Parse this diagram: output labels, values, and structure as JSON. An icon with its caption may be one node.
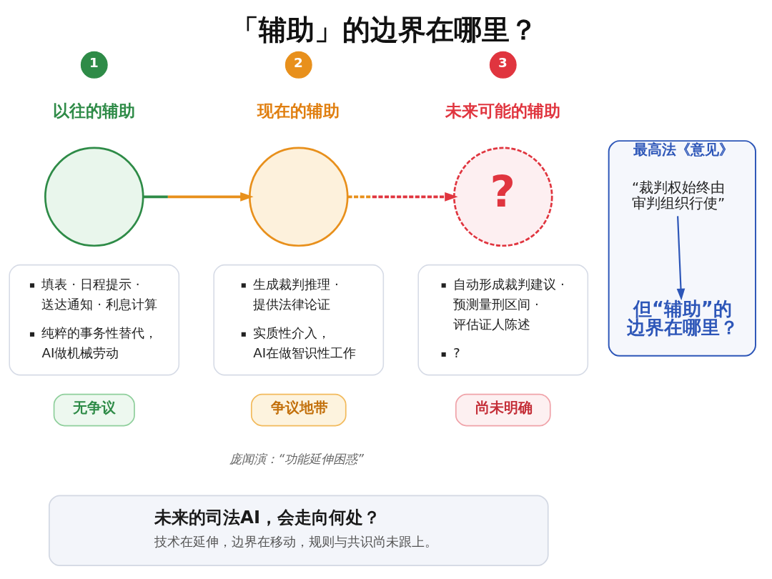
{
  "diagram": {
    "title": "「辅助」的边界在哪里？",
    "nodes": [
      {
        "text": [
          "1"
        ]
      },
      {
        "text": [],
        "shape": "circle",
        "beside": [
          "以往的辅助"
        ]
      },
      {
        "text": [
          "填表 · 日程提示 · 送达通知 · 利息计算",
          "纯粹的事务性替代，AI做机械劳动"
        ]
      },
      {
        "text": [
          "无争议"
        ]
      },
      {
        "text": [
          "2"
        ]
      },
      {
        "text": [],
        "shape": "circle",
        "beside": [
          "现在的辅助"
        ]
      },
      {
        "text": [
          "生成裁判推理 · 提供法律论证",
          "实质性介入，AI在做智识性工作"
        ]
      },
      {
        "text": [
          "争议地带"
        ],
        "beside": [
          "庞闻演：“功能延伸困惑”"
        ]
      },
      {
        "text": [
          "3"
        ]
      },
      {
        "text": [
          "?"
        ],
        "beside": [
          "未来可能的辅助"
        ]
      },
      {
        "text": [
          "自动形成裁判建议 · 预测量刑区间 · 评估证人陈述",
          "?"
        ]
      },
      {
        "text": [
          "尚未明确"
        ]
      },
      {
        "text": [
          "最高法《意见》"
        ]
      },
      {
        "text": [
          "“裁判权始终由审判组织行使”"
        ],
        "in": 12
      },
      {
        "text": [
          "但“辅助”的边界在哪里？"
        ],
        "in": 12
      },
      {
        "text": [
          "未来的司法AI，会走向何处？",
          "技术在延伸，边界在移动，规则与共识尚未跟上。"
        ]
      }
    ],
    "edges": [
      {
        "from": 1,
        "to": 5,
        "arrow": "to",
        "color": "#e8901c"
      },
      {
        "from": 5,
        "to": 9,
        "arrow": "to",
        "style": "dashed",
        "color": "#e0353f"
      },
      {
        "from": 13,
        "to": 14,
        "arrow": "to",
        "color": "#2d56b8"
      }
    ]
  }
}
